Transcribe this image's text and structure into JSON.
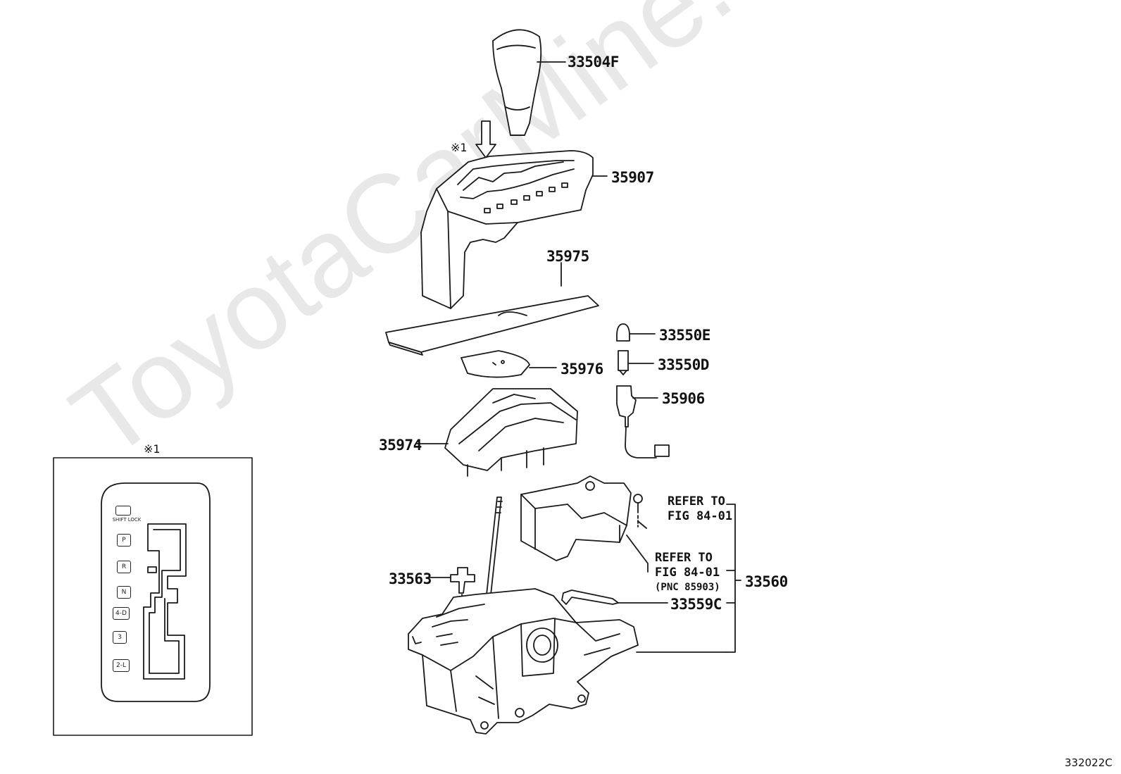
{
  "watermark": "ToyotaCarMine.ru",
  "figure_code": "332022C",
  "note_mark": "※1",
  "parts": {
    "knob": "33504F",
    "indicator_housing": "35907",
    "slide_plate": "35975",
    "plate_small": "35976",
    "bulb_cap": "33550E",
    "bulb": "33550D",
    "socket": "35906",
    "bracket": "35974",
    "lock_pin": "33563",
    "lever_assy": "33560",
    "wire_rod": "33559C"
  },
  "refs": {
    "ref1_line1": "REFER TO",
    "ref1_line2": "FIG 84-01",
    "ref2_line1": "REFER TO",
    "ref2_line2": "FIG 84-01",
    "ref2_line3": "(PNC 85903)"
  },
  "inset": {
    "title": "※1",
    "shift_lock": "SHIFT LOCK",
    "gates": [
      "P",
      "R",
      "N",
      "4-D",
      "3",
      "2-L"
    ]
  }
}
